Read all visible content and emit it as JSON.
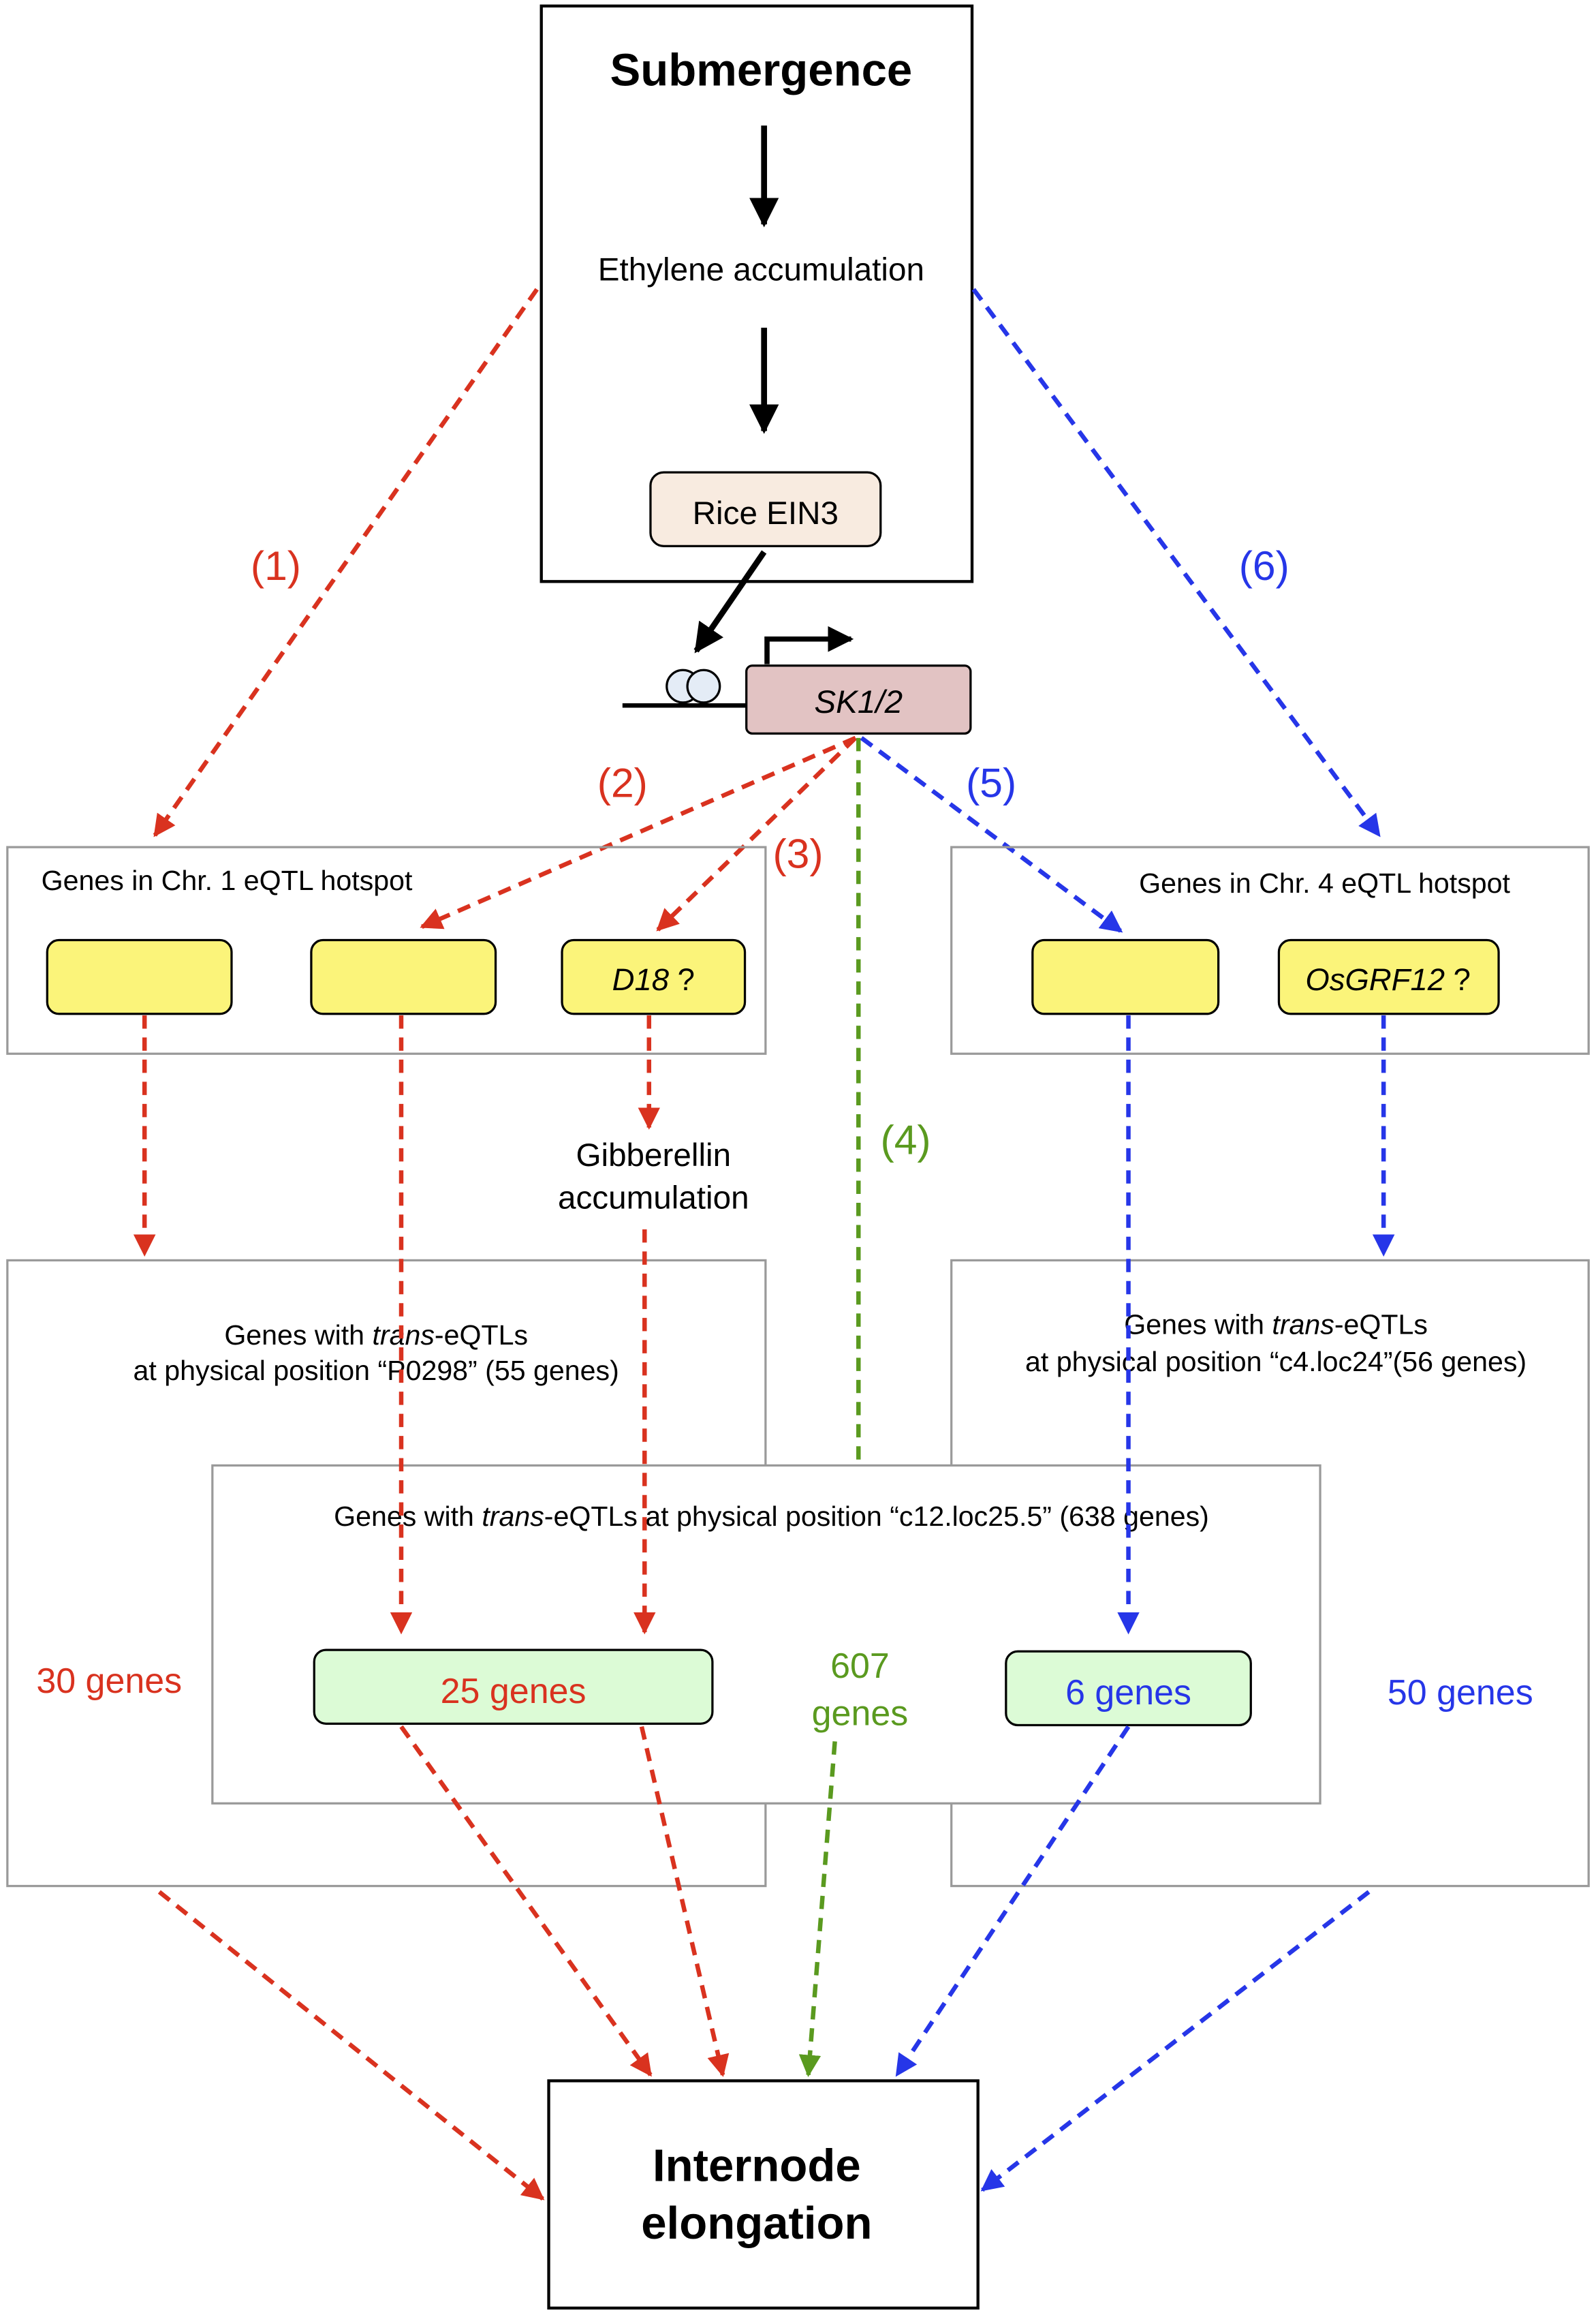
{
  "colors": {
    "red": "#d9321f",
    "blue": "#2636e8",
    "green": "#5a9a1f",
    "black": "#000000",
    "yellow_fill": "#fbf47a",
    "green_fill": "#dcfbd6",
    "ein3_fill": "#f8ebe0",
    "sk_fill": "#e2c3c3",
    "promoter_fill": "#e4ecf6",
    "box_border": "#9a9a9a"
  },
  "top": {
    "title": "Submergence",
    "ethylene": "Ethylene accumulation",
    "ein3": "Rice EIN3"
  },
  "gene": {
    "name": "SK1/2"
  },
  "pathways": {
    "p1": "(1)",
    "p2": "(2)",
    "p3": "(3)",
    "p4": "(4)",
    "p5": "(5)",
    "p6": "(6)"
  },
  "chr1": {
    "title": "Genes in Chr. 1 eQTL hotspot",
    "d18": "D18",
    "d18_suffix": " ?"
  },
  "chr4": {
    "title": "Genes in Chr. 4 eQTL hotspot",
    "grf": "OsGRF12",
    "grf_suffix": " ?"
  },
  "gibberellin": {
    "line1": "Gibberellin",
    "line2": "accumulation"
  },
  "p0298": {
    "prefix": "Genes with ",
    "italic": "trans",
    "suffix": "-eQTLs",
    "line2": "at physical position “P0298” (55 genes)"
  },
  "c4": {
    "prefix": "Genes with ",
    "italic": "trans",
    "suffix": "-eQTLs",
    "line2": "at physical position “c4.loc24”(56 genes)"
  },
  "c12": {
    "prefix": "Genes with ",
    "italic": "trans",
    "suffix": "-eQTLs at physical position “c12.loc25.5” (638 genes)"
  },
  "counts": {
    "red_outer": "30 genes",
    "red_inner": "25 genes",
    "green_num": "607",
    "green_word": "genes",
    "blue_inner": "6 genes",
    "blue_outer": "50 genes"
  },
  "bottom": {
    "line1": "Internode",
    "line2": "elongation"
  }
}
